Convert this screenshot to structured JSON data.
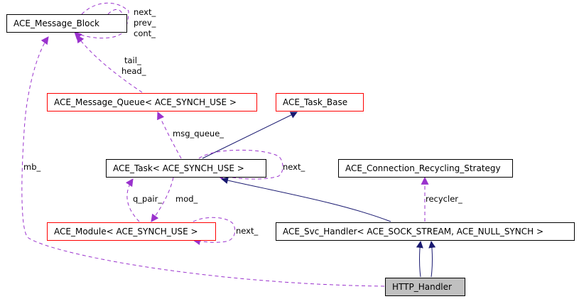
{
  "nodes": {
    "message_block": "ACE_Message_Block",
    "message_queue": "ACE_Message_Queue< ACE_SYNCH_USE >",
    "task_base": "ACE_Task_Base",
    "task": "ACE_Task< ACE_SYNCH_USE >",
    "recycling_strategy": "ACE_Connection_Recycling_Strategy",
    "module": "ACE_Module< ACE_SYNCH_USE >",
    "svc_handler": "ACE_Svc_Handler< ACE_SOCK_STREAM, ACE_NULL_SYNCH >",
    "http_handler": "HTTP_Handler"
  },
  "edge_labels": {
    "mb_next": "next_",
    "mb_prev": "prev_",
    "mb_cont": "cont_",
    "tail": "tail_",
    "head": "head_",
    "msg_queue": "msg_queue_",
    "mb": "mb_",
    "task_next": "next_",
    "q_pair": "q_pair_",
    "mod": "mod_",
    "module_next": "next_",
    "recycler": "recycler_"
  },
  "colors": {
    "inheritance": "#191970",
    "usage": "#9a32cd",
    "node_border_default": "#000000",
    "node_border_incomplete": "#ff0000",
    "focus_node_fill": "#c0c0c0"
  }
}
